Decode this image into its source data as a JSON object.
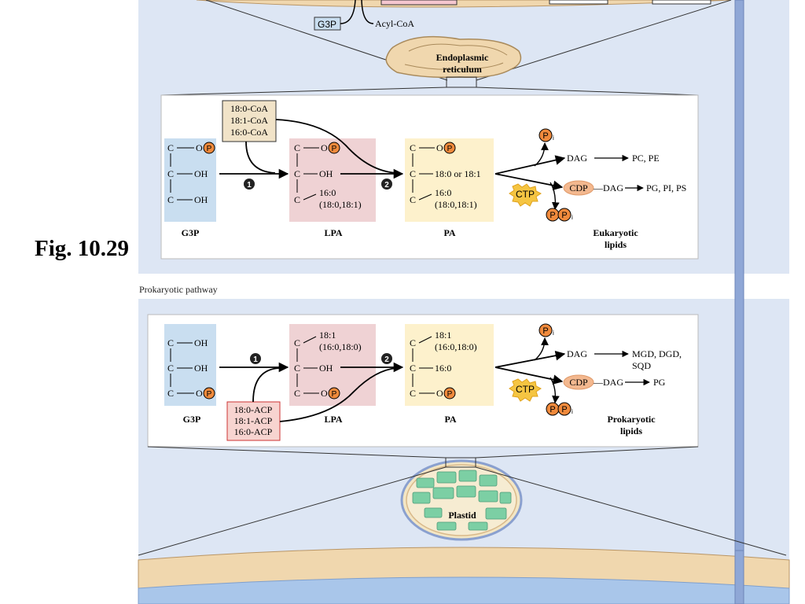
{
  "figure_label": "Fig. 10.29",
  "top_labels": {
    "g3p": "G3P",
    "acyl_coa": "Acyl-CoA"
  },
  "er_label": [
    "Endoplasmic",
    "reticulum"
  ],
  "eukaryotic": {
    "acyl_donors": [
      "18:0-CoA",
      "18:1-CoA",
      "16:0-CoA"
    ],
    "g3p_rows": [
      "C",
      "C",
      "C"
    ],
    "g3p_groups": [
      "O",
      "OH",
      "OH"
    ],
    "lpa_groups": [
      "O",
      "OH",
      "16:0",
      "(18:0,18:1)"
    ],
    "pa_groups": [
      "O",
      "18:0 or 18:1",
      "16:0",
      "(18:0,18:1)"
    ],
    "step1": "1",
    "step2": "2",
    "names": {
      "g3p": "G3P",
      "lpa": "LPA",
      "pa": "PA"
    },
    "pi": "P",
    "pi_sub": "i",
    "dag": "DAG",
    "dag_products": "PC, PE",
    "ctp": "CTP",
    "cdp": "CDP",
    "cdp_dag": "—DAG",
    "cdp_products": "PG, PI, PS",
    "ppi_sub": "i",
    "product_label": [
      "Eukaryotic",
      "lipids"
    ]
  },
  "prokaryotic_title": "Prokaryotic pathway",
  "prokaryotic": {
    "acyl_donors": [
      "18:0-ACP",
      "18:1-ACP",
      "16:0-ACP"
    ],
    "g3p_groups": [
      "OH",
      "OH",
      "O"
    ],
    "lpa_groups": [
      "18:1",
      "(16:0,18:0)",
      "OH",
      "O"
    ],
    "pa_groups": [
      "18:1",
      "(16:0,18:0)",
      "16:0",
      "O"
    ],
    "step1": "1",
    "step2": "2",
    "names": {
      "g3p": "G3P",
      "lpa": "LPA",
      "pa": "PA"
    },
    "pi": "P",
    "pi_sub": "i",
    "dag": "DAG",
    "dag_products": [
      "MGD, DGD,",
      "SQD"
    ],
    "ctp": "CTP",
    "cdp": "CDP",
    "cdp_dag": "—DAG",
    "cdp_products": "PG",
    "ppi_sub": "i",
    "product_label": [
      "Prokaryotic",
      "lipids"
    ]
  },
  "plastid_label": "Plastid",
  "colors": {
    "background_blue": "#dde6f4",
    "g3p_box": "#c9def0",
    "lpa_box": "#efd2d4",
    "pa_box": "#fdf1cc",
    "coa_box": "#f1e3c8",
    "acp_box": "#f7d4d0",
    "phosphate": "#f08a3c",
    "ctp": "#f5c542",
    "membrane": "#f0d7ae",
    "plastid_green": "#7ccfa4"
  }
}
